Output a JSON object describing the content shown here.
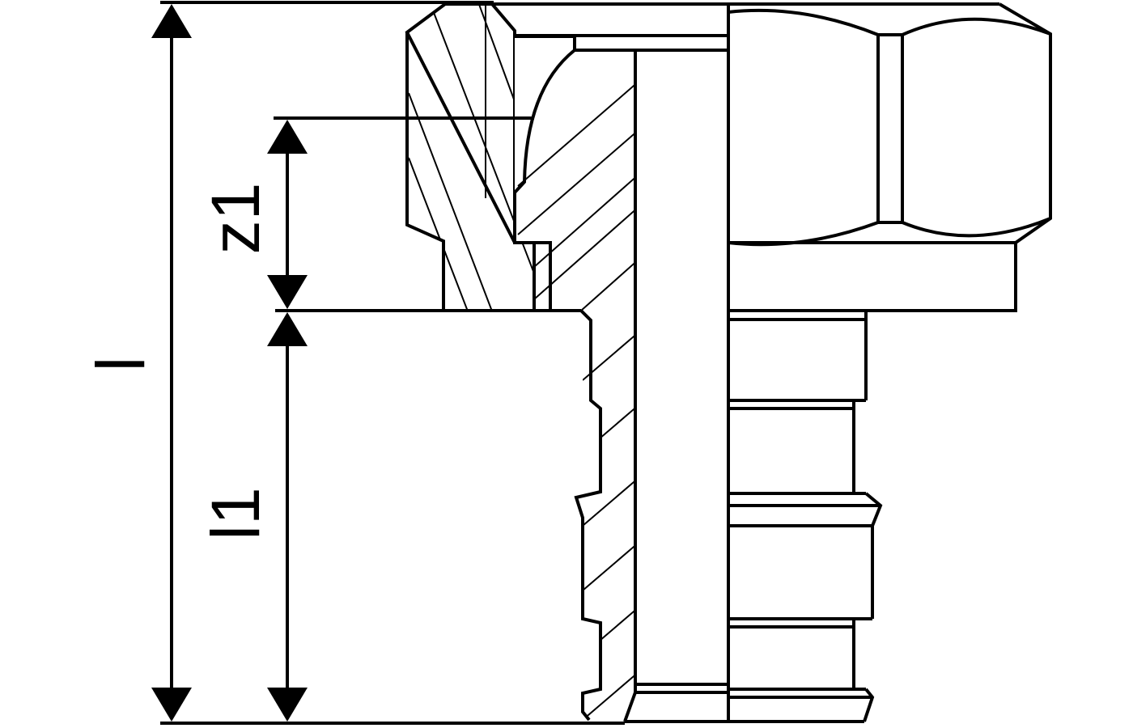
{
  "dimensions": {
    "overall_length": "l",
    "fitting_length": "z1",
    "insertion_length": "l1"
  }
}
